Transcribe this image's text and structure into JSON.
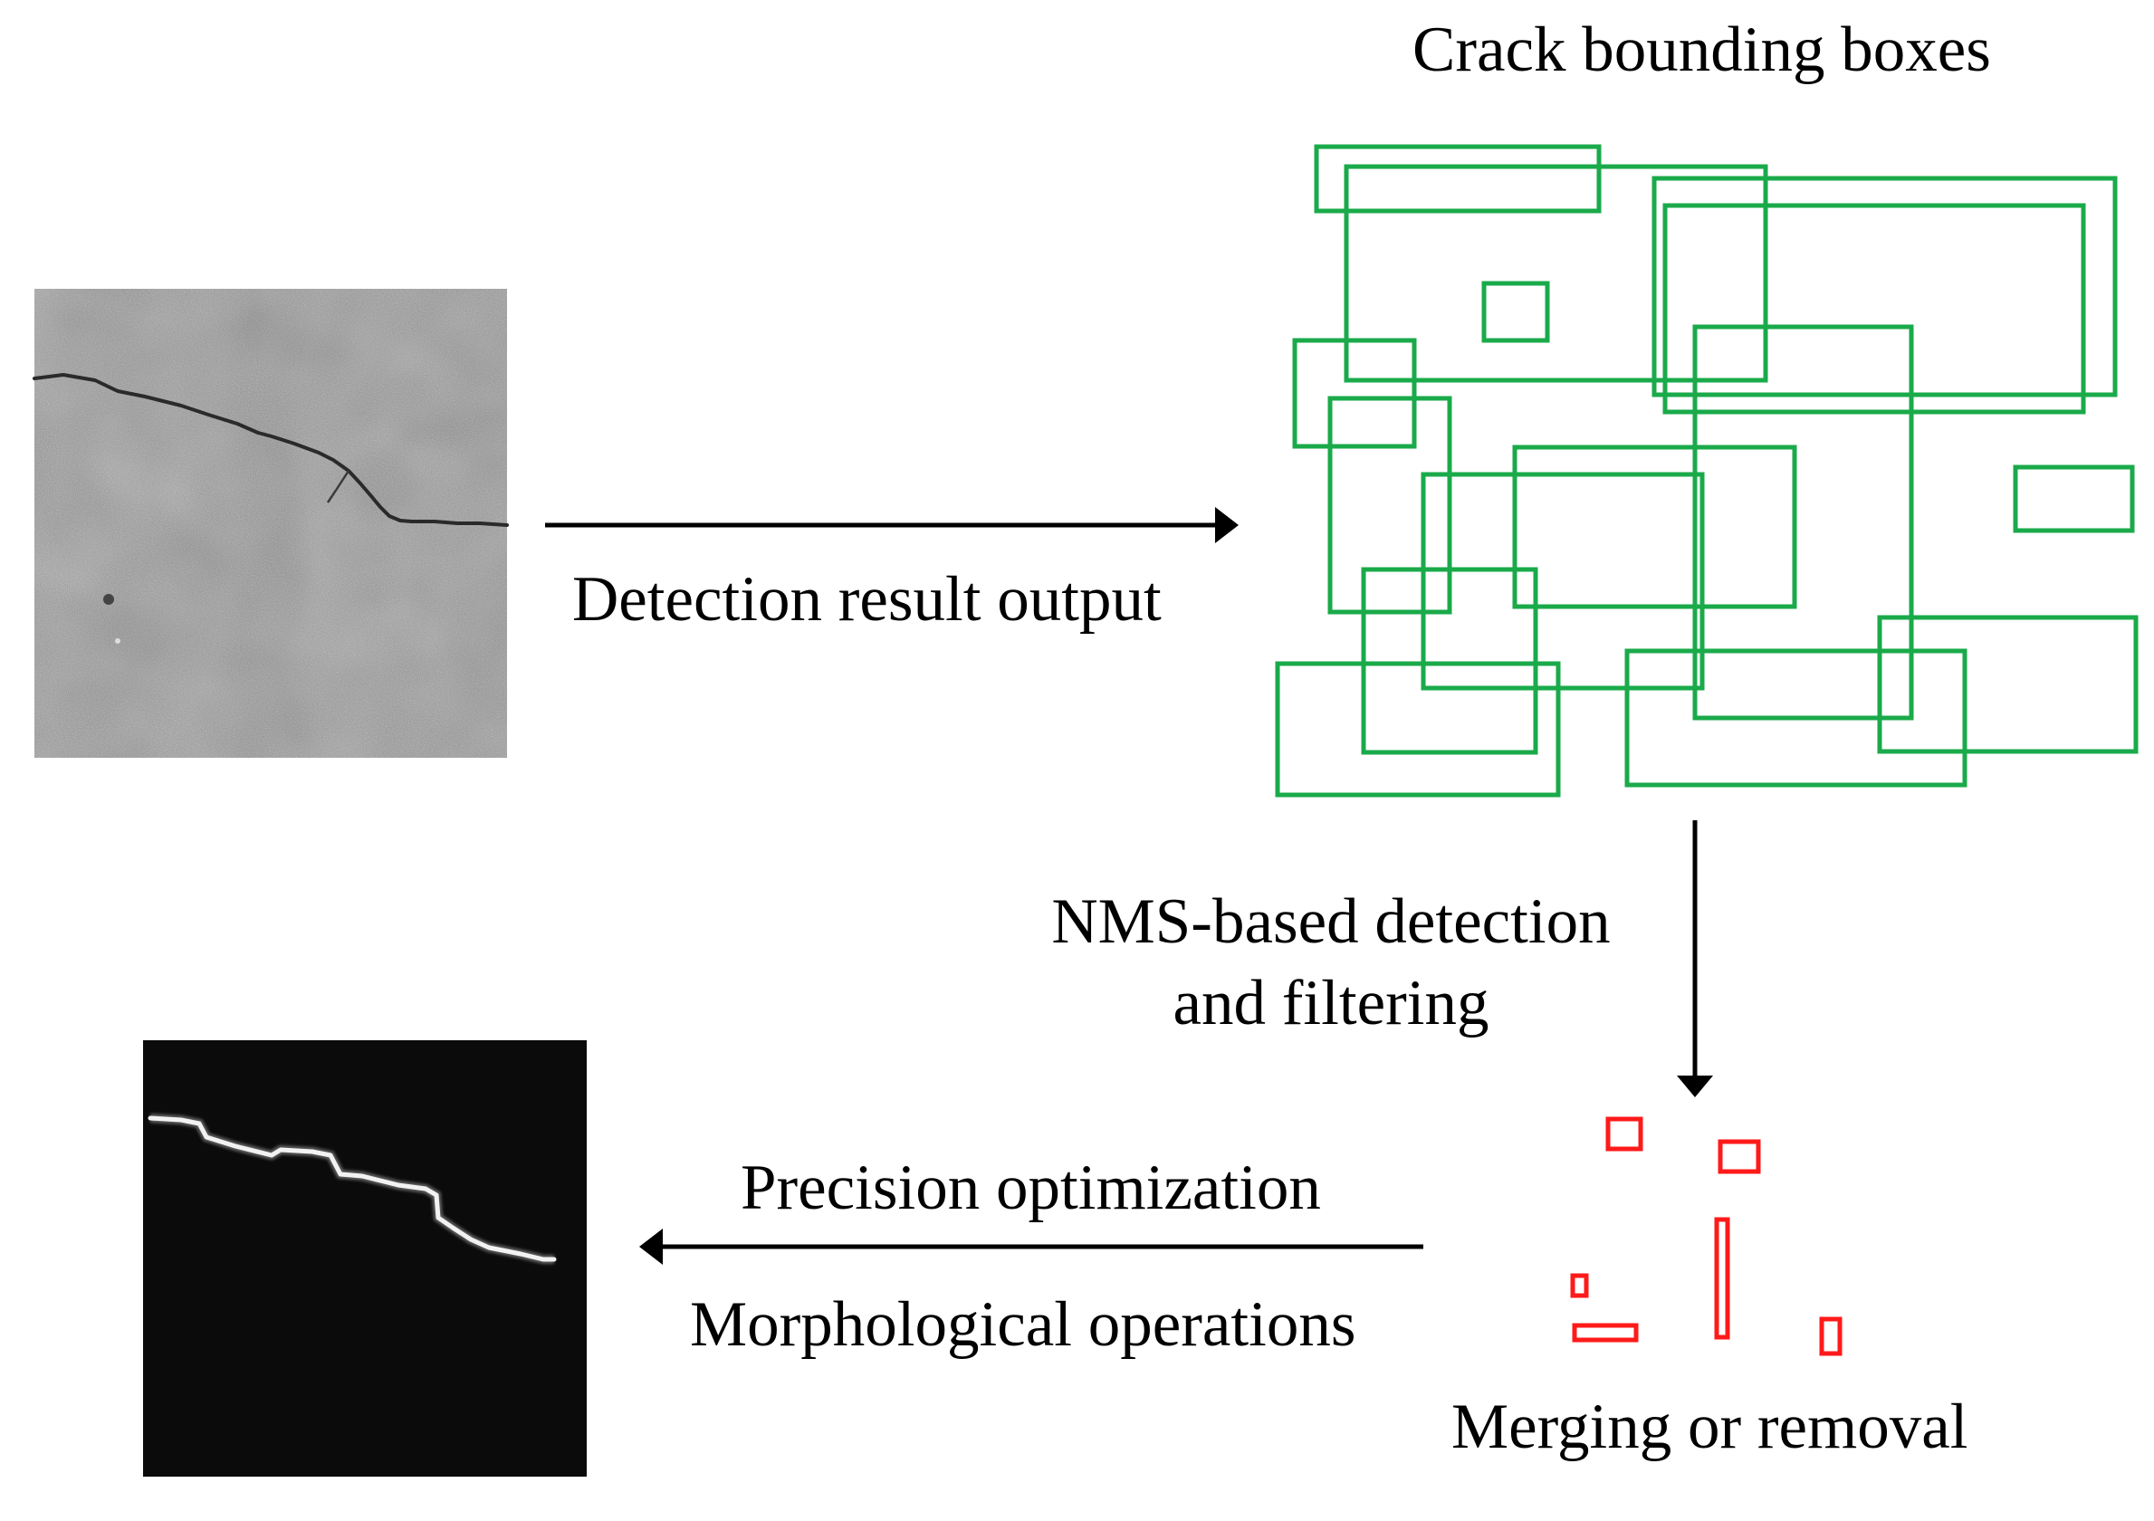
{
  "labels": {
    "crack_boxes": "Crack bounding boxes",
    "detection_output": "Detection result output",
    "nms_line1": "NMS-based detection",
    "nms_line2": "and filtering",
    "precision": "Precision optimization",
    "morphological": "Morphological operations",
    "merging": "Merging or removal"
  },
  "colors": {
    "detection_boxes": "#1aaa4a",
    "filtered_boxes": "#ff1a1a",
    "arrows": "#000000",
    "input_image_gray": "#8a8a8a",
    "mask_background": "#0b0b0b",
    "mask_crack": "#f2f2f2"
  },
  "images": {
    "input": "grayscale-crack-photo",
    "output": "binary-crack-mask"
  }
}
